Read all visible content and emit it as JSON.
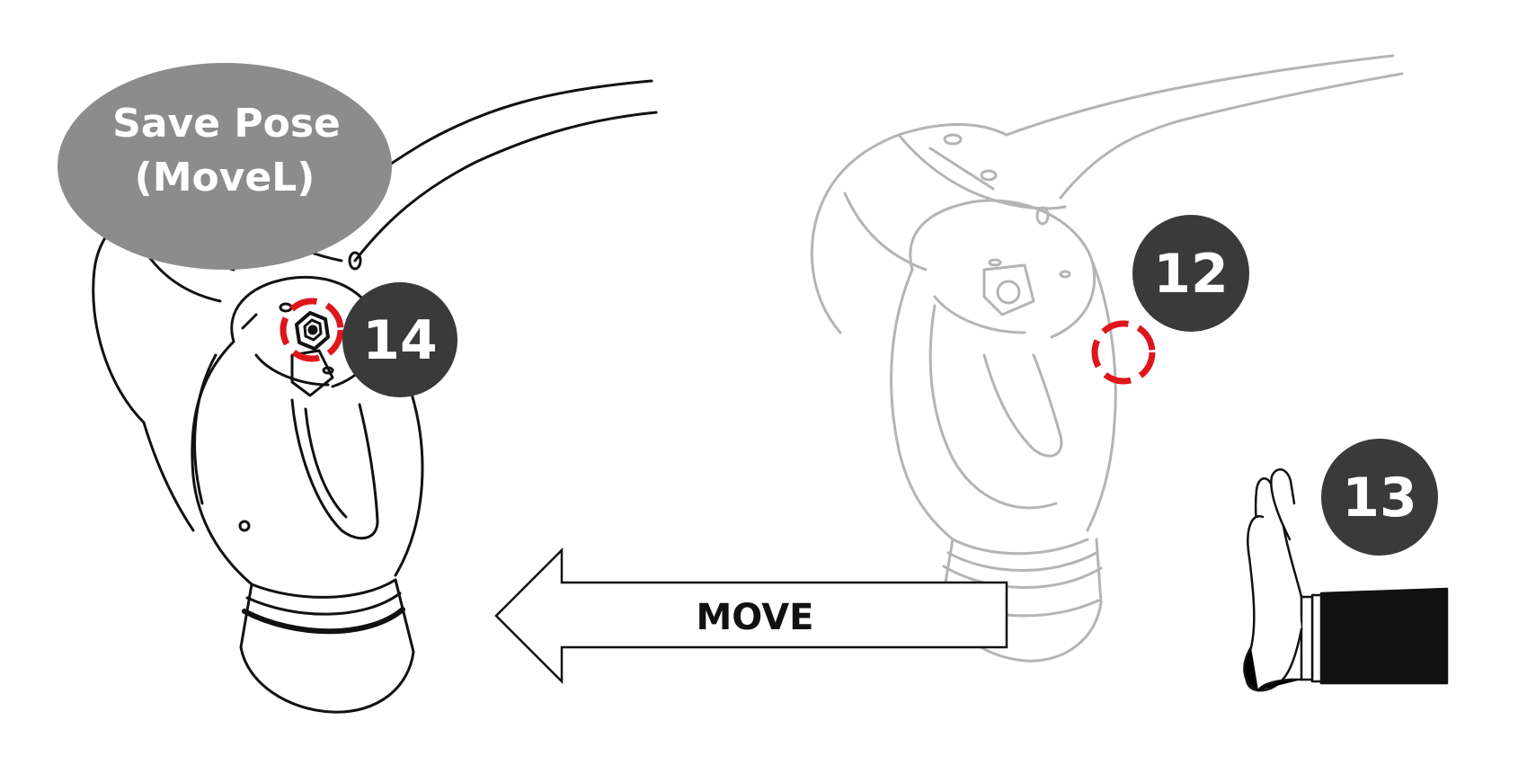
{
  "callout": {
    "line1": "Save Pose",
    "line2": "(MoveL)"
  },
  "arrow": {
    "label": "MOVE"
  },
  "badges": {
    "left_step": "14",
    "right_top_step": "12",
    "right_hand_step": "13"
  },
  "colors": {
    "badge_fill": "#3a3a3a",
    "callout_fill": "#8c8c8c",
    "highlight_red": "#e0151b",
    "robot_active_stroke": "#111111",
    "robot_ghost_stroke": "#b4b4b4"
  }
}
